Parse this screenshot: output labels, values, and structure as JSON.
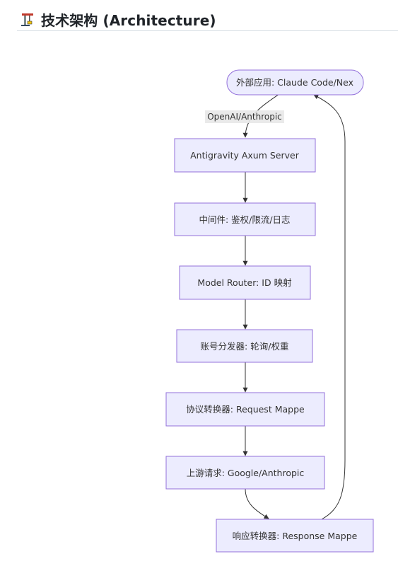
{
  "heading": {
    "icon": "construction-crane-icon",
    "title": "技术架构 (Architecture)"
  },
  "diagram": {
    "type": "flowchart",
    "direction": "top-down",
    "colors": {
      "node_fill": "#ececfe",
      "node_stroke": "#9370db",
      "edge": "#333333",
      "edge_label_bg": "#e8e8e8"
    },
    "nodes": [
      {
        "id": "client",
        "label": "外部应用: Claude Code/Nex",
        "shape": "rounded"
      },
      {
        "id": "server",
        "label": "Antigravity Axum Server",
        "shape": "rect"
      },
      {
        "id": "middleware",
        "label": "中间件: 鉴权/限流/日志",
        "shape": "rect"
      },
      {
        "id": "router",
        "label": "Model Router: ID 映射",
        "shape": "rect"
      },
      {
        "id": "dispatcher",
        "label": "账号分发器: 轮询/权重",
        "shape": "rect"
      },
      {
        "id": "req_mapper",
        "label": "协议转换器: Request Mappe",
        "shape": "rect"
      },
      {
        "id": "upstream",
        "label": "上游请求: Google/Anthropic",
        "shape": "rect"
      },
      {
        "id": "resp_mapper",
        "label": "响应转换器: Response Mappe",
        "shape": "rect"
      }
    ],
    "edges": [
      {
        "from": "client",
        "to": "server",
        "label": "OpenAI/Anthropic"
      },
      {
        "from": "server",
        "to": "middleware",
        "label": ""
      },
      {
        "from": "middleware",
        "to": "router",
        "label": ""
      },
      {
        "from": "router",
        "to": "dispatcher",
        "label": ""
      },
      {
        "from": "dispatcher",
        "to": "req_mapper",
        "label": ""
      },
      {
        "from": "req_mapper",
        "to": "upstream",
        "label": ""
      },
      {
        "from": "upstream",
        "to": "resp_mapper",
        "label": ""
      },
      {
        "from": "resp_mapper",
        "to": "client",
        "label": ""
      }
    ]
  }
}
